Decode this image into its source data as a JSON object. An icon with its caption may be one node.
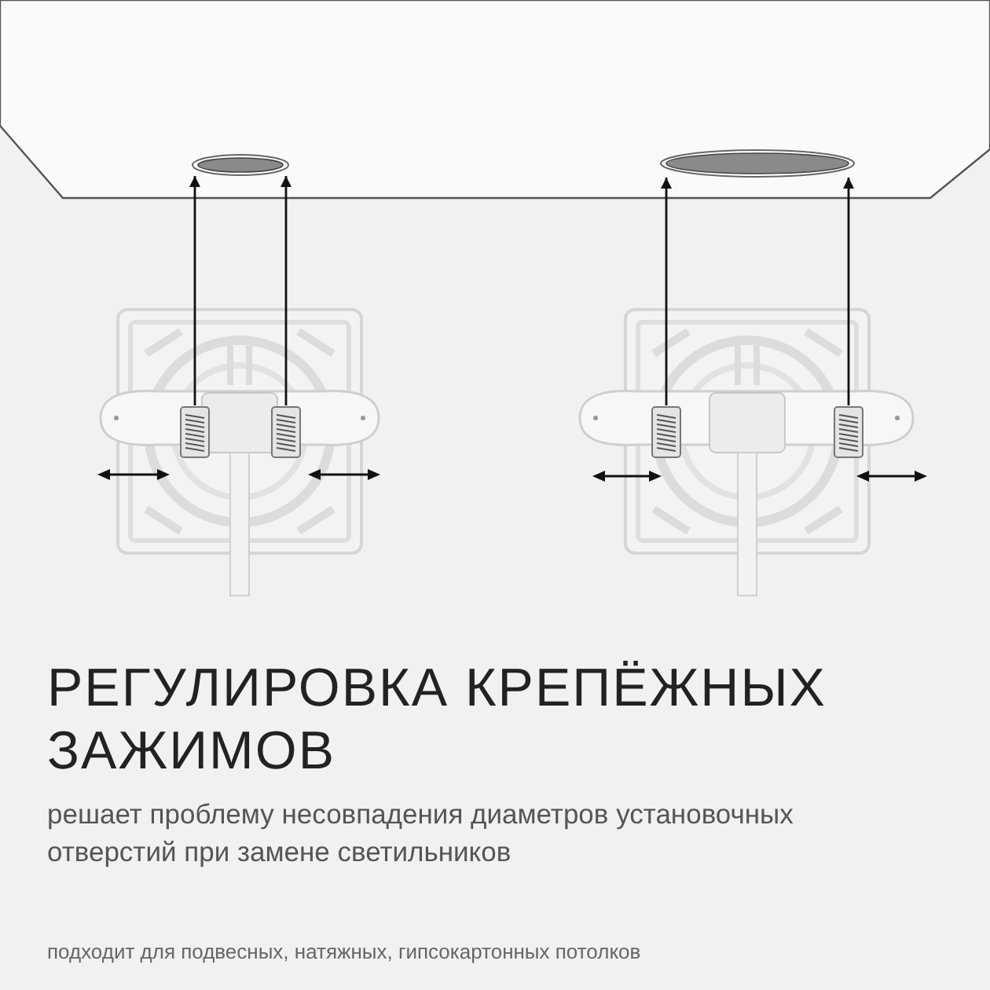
{
  "diagram": {
    "title": "РЕГУЛИРОВКА КРЕПЁЖНЫХ ЗАЖИМОВ",
    "nodes": [
      {
        "text": [],
        "shape": "circle"
      },
      {
        "text": [],
        "shape": "circle"
      },
      {
        "text": [],
        "shape": "picture"
      },
      {
        "text": [],
        "shape": "picture",
        "in": 2
      },
      {
        "text": [],
        "shape": "picture",
        "in": 2
      },
      {
        "text": [],
        "shape": "picture"
      },
      {
        "text": [],
        "shape": "picture",
        "in": 5
      },
      {
        "text": [],
        "shape": "picture",
        "in": 5
      }
    ],
    "edges": [
      {
        "from": 3,
        "to": 0,
        "arrow": "to"
      },
      {
        "from": 4,
        "to": 0,
        "arrow": "to"
      },
      {
        "from": 6,
        "to": 1,
        "arrow": "to"
      },
      {
        "from": 7,
        "to": 1,
        "arrow": "to"
      }
    ],
    "labels": [
      "решает проблему несовпадения диаметров установочных отверстий при замене светильников",
      "подходит для подвесных, натяжных, гипсокартонных потолков"
    ]
  }
}
